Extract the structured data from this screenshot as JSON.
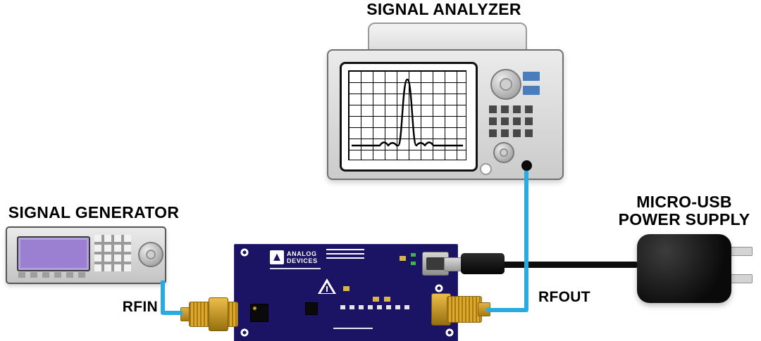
{
  "labels": {
    "signal_analyzer": "SIGNAL ANALYZER",
    "signal_generator": "SIGNAL GENERATOR",
    "power_supply_line1": "MICRO-USB",
    "power_supply_line2": "POWER SUPPLY",
    "rfin": "RFIN",
    "rfout": "RFOUT"
  },
  "board": {
    "brand_line1": "ANALOG",
    "brand_line2": "DEVICES"
  },
  "colors": {
    "cable_blue": "#29abe2",
    "board_navy": "#1b1464",
    "connector_gold": "#c8971f",
    "screen_purple": "#9b80d2",
    "button_blue": "#4a7ebb",
    "led_green": "#3cb64d",
    "cap_yellow": "#d9b44a"
  }
}
